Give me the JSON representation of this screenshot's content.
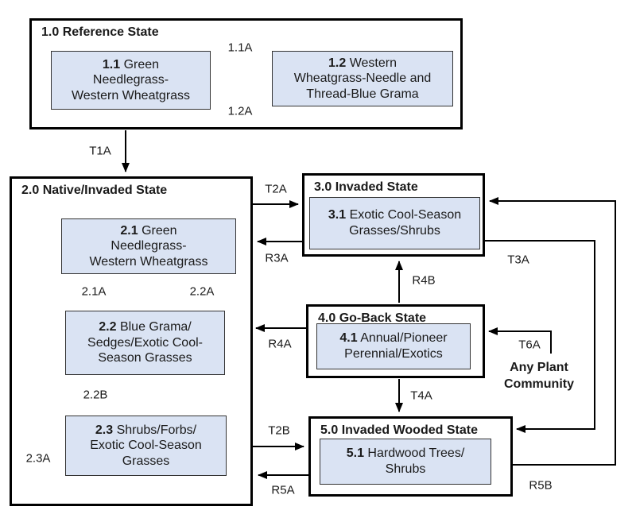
{
  "colors": {
    "community_fill": "#dae3f3",
    "box_border": "#000000",
    "arrow": "#000000"
  },
  "states": {
    "s1": {
      "title": "1.0 Reference State"
    },
    "s2": {
      "title": "2.0 Native/Invaded State"
    },
    "s3": {
      "title": "3.0 Invaded State"
    },
    "s4": {
      "title": "4.0 Go-Back State"
    },
    "s5": {
      "title": "5.0 Invaded Wooded State"
    }
  },
  "communities": {
    "c11": {
      "num": "1.1",
      "name": "Green\nNeedlegrass-\nWestern Wheatgrass"
    },
    "c12": {
      "num": "1.2",
      "name": "Western\nWheatgrass-Needle and\nThread-Blue Grama"
    },
    "c21": {
      "num": "2.1",
      "name": "Green\nNeedlegrass-\nWestern Wheatgrass"
    },
    "c22": {
      "num": "2.2",
      "name": "Blue Grama/\nSedges/Exotic Cool-\nSeason Grasses"
    },
    "c23": {
      "num": "2.3",
      "name": "Shrubs/Forbs/\nExotic Cool-Season\nGrasses"
    },
    "c31": {
      "num": "3.1",
      "name": "Exotic Cool-Season\nGrasses/Shrubs"
    },
    "c41": {
      "num": "4.1",
      "name": "Annual/Pioneer\nPerennial/Exotics"
    },
    "c51": {
      "num": "5.1",
      "name": "Hardwood Trees/\nShrubs"
    }
  },
  "transitions": {
    "a11a": "1.1A",
    "a12a": "1.2A",
    "t1a": "T1A",
    "t2a": "T2A",
    "r3a": "R3A",
    "a21a": "2.1A",
    "a22a": "2.2A",
    "a22b": "2.2B",
    "a23a": "2.3A",
    "r4a": "R4A",
    "r4b": "R4B",
    "t4a": "T4A",
    "t6a": "T6A",
    "t2b": "T2B",
    "r5a": "R5A",
    "t3a": "T3A",
    "r5b": "R5B"
  },
  "annotations": {
    "any_plant_community": "Any Plant\nCommunity"
  }
}
